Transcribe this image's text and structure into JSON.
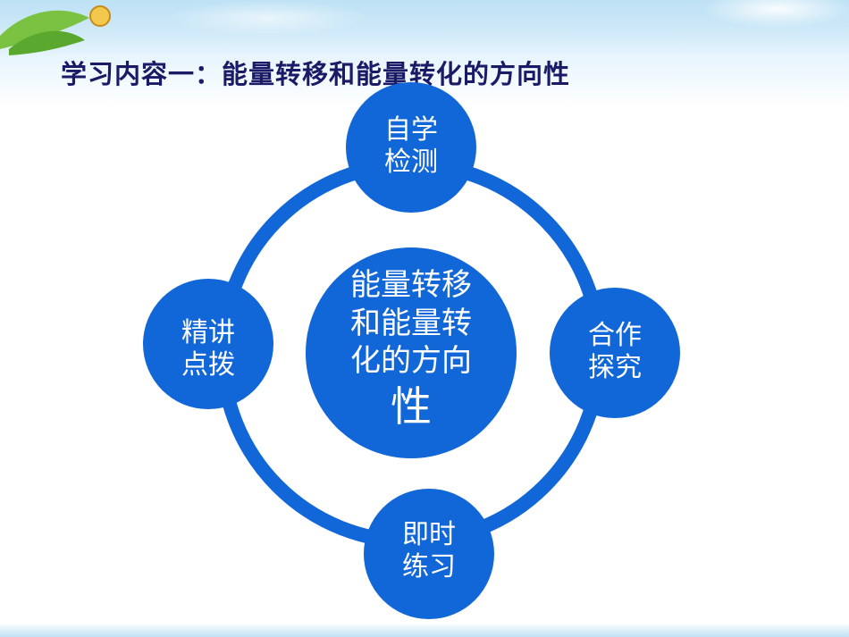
{
  "title": "学习内容一：能量转移和能量转化的方向性",
  "colors": {
    "circle": "#1166d8",
    "ring": "#1166d8",
    "title": "#1a1a66",
    "text": "#ffffff"
  },
  "decoration": {
    "icons": [
      "leaf-icon",
      "snail-icon",
      "sky-clouds"
    ]
  },
  "center": {
    "lines": [
      "能量转移",
      "和能量转",
      "化的方向",
      "性"
    ]
  },
  "nodes": [
    {
      "id": "top",
      "lines": [
        "自学",
        "检测"
      ]
    },
    {
      "id": "right",
      "lines": [
        "合作",
        "探究"
      ]
    },
    {
      "id": "bottom",
      "lines": [
        "即时",
        "练习"
      ]
    },
    {
      "id": "left",
      "lines": [
        "精讲",
        "点拨"
      ]
    }
  ]
}
